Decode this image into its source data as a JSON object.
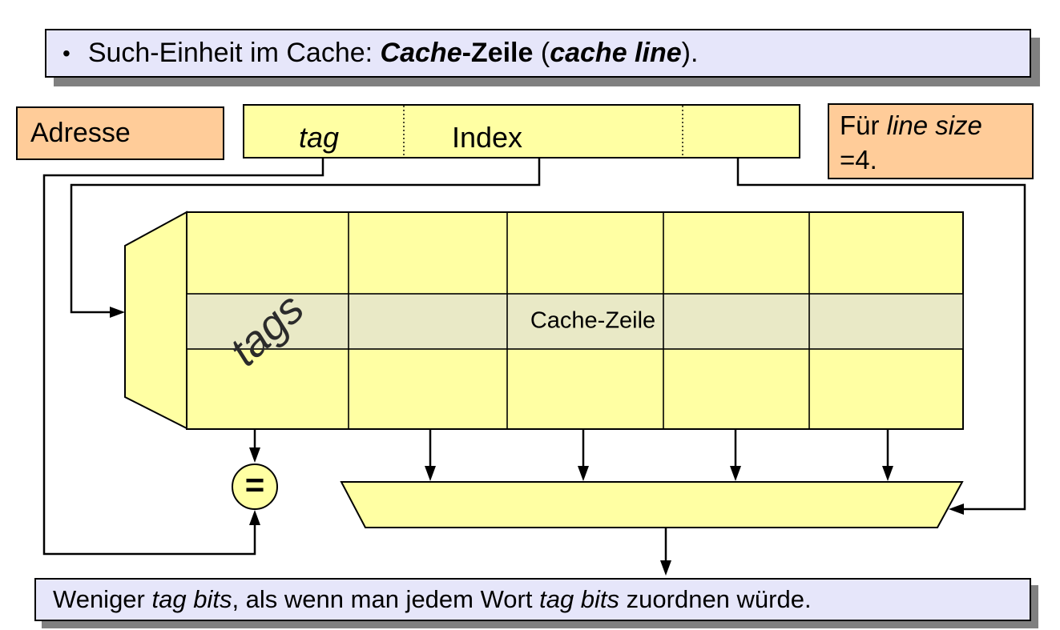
{
  "title_box": {
    "bullet": "•",
    "part_normal_1": "Such-Einheit im Cache: ",
    "part_bold_italic_1": "Cache",
    "part_bold_1": "-Zeile",
    "part_normal_2": " (",
    "part_bold_italic_2": "cache line",
    "part_normal_3": ")."
  },
  "address_label_box": {
    "text": "Adresse"
  },
  "address_bar": {
    "tag_label": "tag",
    "index_label": "Index"
  },
  "line_size_box": {
    "line1_normal": "Für ",
    "line1_italic": "line size",
    "line2": "=4."
  },
  "cache_array": {
    "tags_label": "tags",
    "cache_line_label": "Cache-Zeile",
    "columns": 5,
    "rows": 3
  },
  "comparator": {
    "symbol": "="
  },
  "bottom_box": {
    "part_normal_1": "Weniger ",
    "part_italic_1": "tag bits",
    "part_normal_2": ", als wenn man jedem Wort ",
    "part_italic_2": "tag bits",
    "part_normal_3": " zuordnen würde."
  },
  "colors": {
    "yellow_fill": "#ffffa3",
    "highlight_row_fill": "#e9e9c6",
    "lavender_fill": "#e6e6fa",
    "orange_fill": "#ffcc99",
    "shadow": "#808080",
    "line": "#000000"
  }
}
